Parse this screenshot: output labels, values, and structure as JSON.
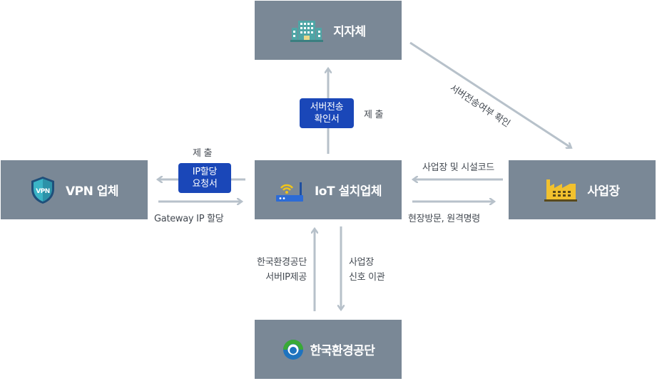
{
  "nodes": {
    "local_gov": "지자체",
    "vpn": "VPN 업체",
    "vpn_shield_text": "VPN",
    "iot": "IoT 설치업체",
    "site": "사업장",
    "keco": "한국환경공단"
  },
  "edges": {
    "iot_to_gov_badge_line1": "서버전송",
    "iot_to_gov_badge_line2": "확인서",
    "iot_to_gov_label": "제 출",
    "gov_to_site": "서버전송여부 확인",
    "iot_to_vpn_label": "제 출",
    "iot_to_vpn_badge_line1": "IP할당",
    "iot_to_vpn_badge_line2": "요청서",
    "vpn_to_iot": "Gateway IP 할당",
    "site_to_iot": "사업장 및 시설코드",
    "iot_to_site": "현장방문, 원격명령",
    "keco_to_iot_line1": "한국환경공단",
    "keco_to_iot_line2": "서버IP제공",
    "iot_to_keco_line1": "사업장",
    "iot_to_keco_line2": "신호 이관"
  },
  "colors": {
    "box": "#7a8896",
    "arrow": "#b7c1ca",
    "badge": "#1a47b8"
  },
  "icons": [
    "building-icon",
    "vpn-shield-icon",
    "router-icon",
    "factory-icon",
    "keco-logo-icon"
  ]
}
